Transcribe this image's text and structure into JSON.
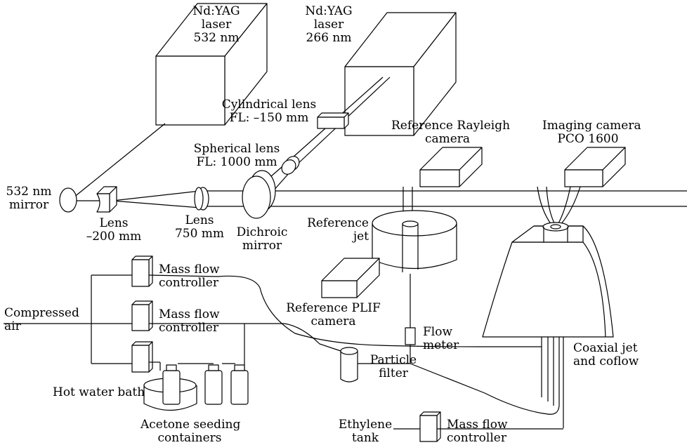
{
  "labels": {
    "laser532": [
      "Nd:YAG",
      "laser",
      "532 nm"
    ],
    "laser266": [
      "Nd:YAG",
      "laser",
      "266 nm"
    ],
    "cyl_lens": [
      "Cylindrical lens",
      "FL: –150 mm"
    ],
    "sph_lens": [
      "Spherical lens",
      "FL: 1000 mm"
    ],
    "ref_rayleigh": [
      "Reference Rayleigh",
      "camera"
    ],
    "imaging_cam": [
      "Imaging camera",
      "PCO 1600"
    ],
    "mirror532": [
      "532 nm",
      "mirror"
    ],
    "lens_neg200": [
      "Lens",
      "–200 mm"
    ],
    "lens750": [
      "Lens",
      "750 mm"
    ],
    "dichroic": [
      "Dichroic",
      "mirror"
    ],
    "ref_jet": [
      "Reference",
      "jet"
    ],
    "mfc1": [
      "Mass flow",
      "controller"
    ],
    "mfc2": [
      "Mass flow",
      "controller"
    ],
    "mfc3": [
      "Mass flow",
      "controller"
    ],
    "compressed_air": [
      "Compressed",
      "air"
    ],
    "ref_plif": [
      "Reference PLIF",
      "camera"
    ],
    "flow_meter": [
      "Flow",
      "meter"
    ],
    "coaxial": [
      "Coaxial jet",
      "and coflow"
    ],
    "particle_filter": [
      "Particle",
      "filter"
    ],
    "hot_water": [
      "Hot water bath"
    ],
    "acetone": [
      "Acetone seeding",
      "containers"
    ],
    "ethylene": [
      "Ethylene",
      "tank"
    ]
  }
}
